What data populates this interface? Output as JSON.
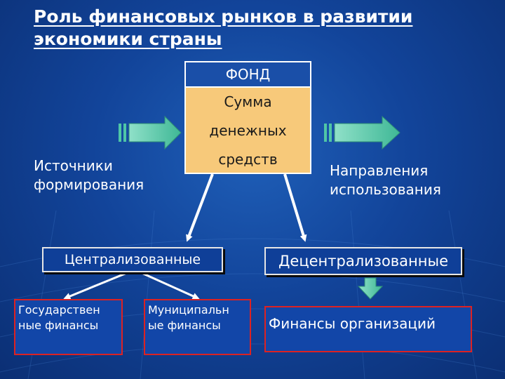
{
  "title": " Роль финансовых рынков в развитии экономики страны",
  "fund": {
    "header": "ФОНД",
    "body_lines": [
      "Сумма",
      "денежных",
      "средств"
    ]
  },
  "left_label": [
    "Источники",
    "формирования"
  ],
  "right_label": [
    "Направления",
    "использования"
  ],
  "centralized": "Централизованные",
  "decentralized": "Децентрализованные",
  "state_finance": [
    "Государствен",
    "ные финансы"
  ],
  "municipal_finance": [
    "Муниципальн",
    "ые финансы"
  ],
  "org_finance": "Финансы организаций",
  "colors": {
    "background": "#12449a",
    "fund_body": "#f7c97a",
    "arrow_green": "#4fc6a6",
    "red_border": "#d22222"
  }
}
